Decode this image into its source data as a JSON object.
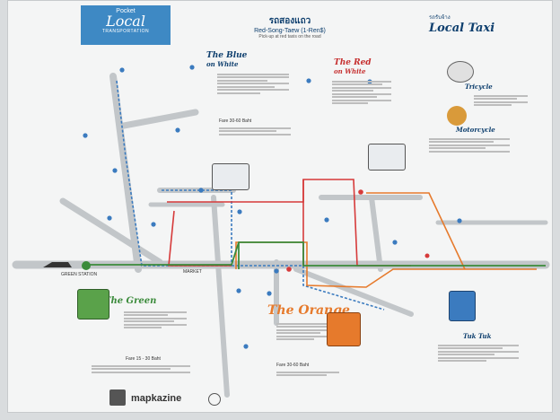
{
  "header": {
    "logo_line1": "Pocket",
    "logo_line2": "Local",
    "logo_line3": "TRANSPORTATION",
    "title_thai": "รถสองแถว",
    "title_en": "Red-Song-Taew (1-Ren$)",
    "title_note": "Pick-up at red taxis on the road"
  },
  "sections": {
    "blue": "The Blue",
    "blue_sub": "on White",
    "red": "The Red",
    "red_sub": "on White",
    "green": "The Green",
    "orange": "The Orange",
    "local_taxi_thai": "รถรับจ้าง",
    "local_taxi": "Local Taxi",
    "tuktuk": "Tuk Tuk",
    "tricycle": "Tricycle",
    "motorcycle": "Motorcycle"
  },
  "labels": {
    "green_station": "GREEN STATION",
    "market": "MARKET",
    "price_blue": "Fare 30-60 Baht",
    "price_green": "Fare 15 - 30 Baht",
    "price_orange": "Fare 30-60 Baht"
  },
  "footer": {
    "brand": "mapkazine"
  },
  "colors": {
    "logo_bg": "#3e89c4",
    "blue_route": "#3b7bbf",
    "red_route": "#d63a3a",
    "green_route": "#3b8b3b",
    "orange_route": "#e67a2c",
    "road": "#c2c6c9"
  },
  "icons": {
    "pin": "map-pin-icon",
    "truck": "songtaew-truck-icon",
    "tuktuk": "tuktuk-icon"
  }
}
